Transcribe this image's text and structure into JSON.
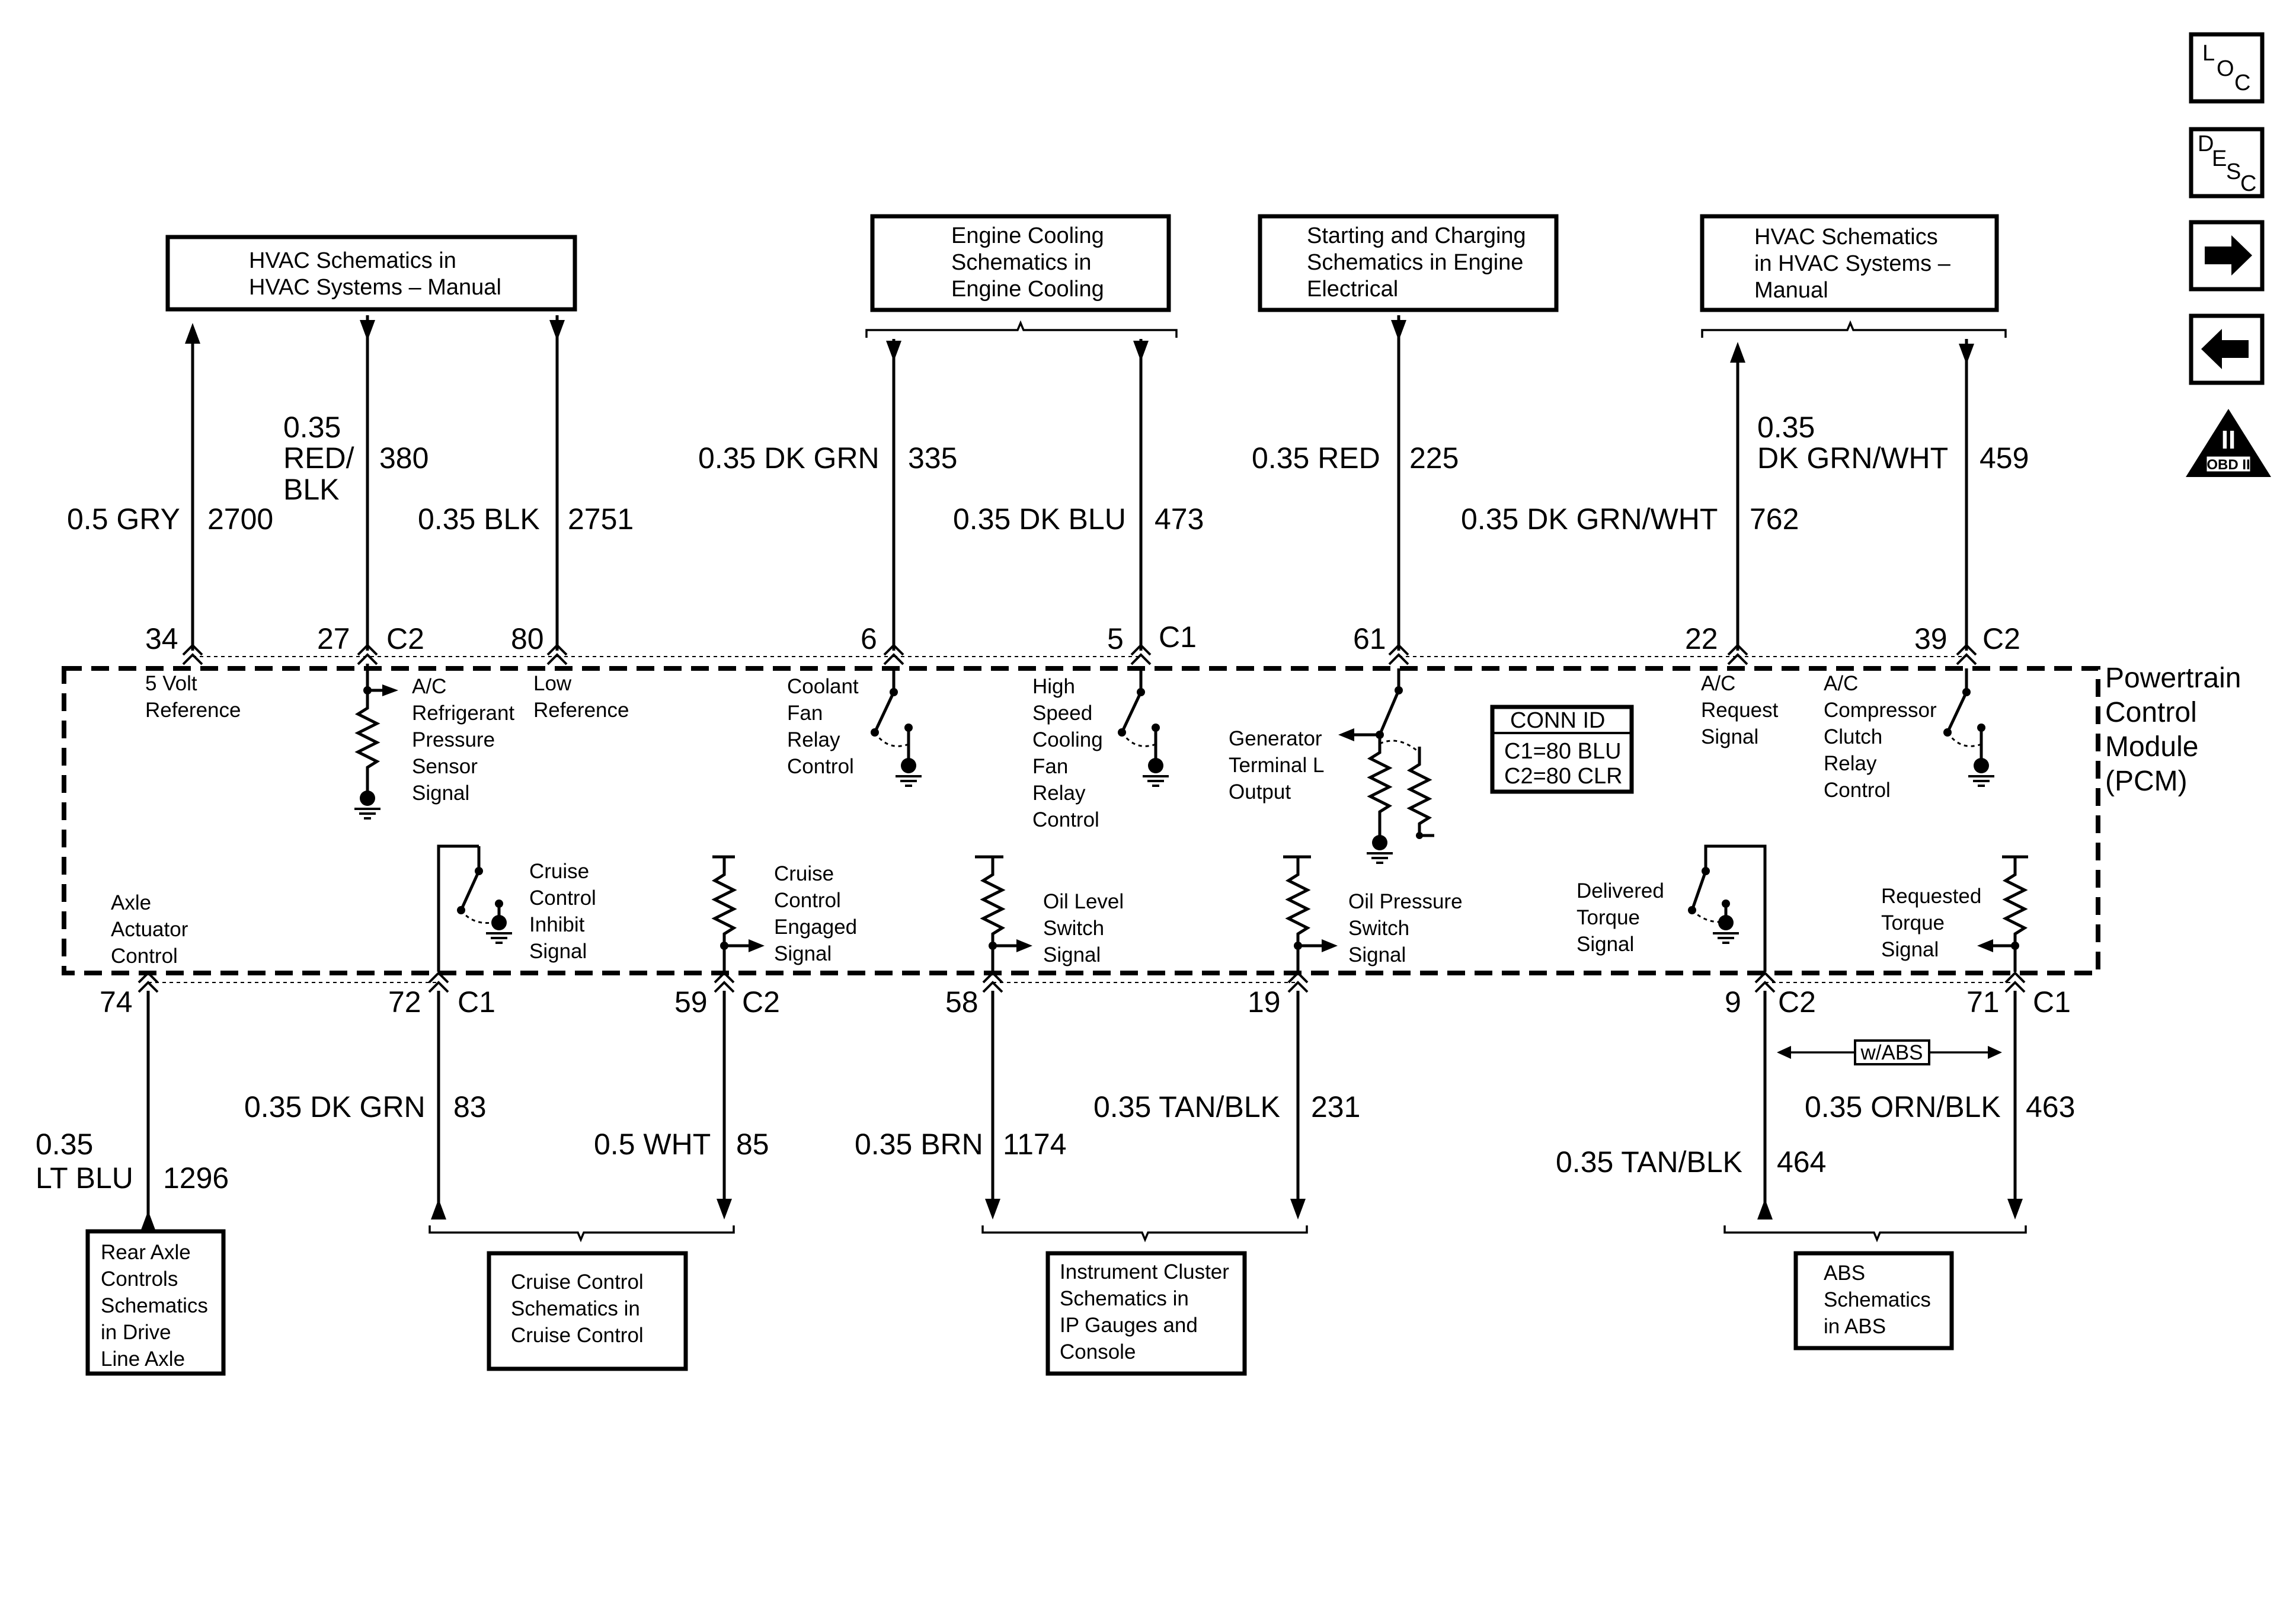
{
  "nav": {
    "loc": {
      "l1": "L",
      "l2": "O",
      "l3": "C"
    },
    "desc": {
      "l1": "D",
      "l2": "E",
      "l3": "S",
      "l4": "C"
    },
    "obd": {
      "roman": "II",
      "label": "OBD II"
    }
  },
  "boxes": {
    "hvac_left": [
      "HVAC Schematics in",
      "HVAC Systems – Manual"
    ],
    "engine_cooling": [
      "Engine Cooling",
      "Schematics in",
      "Engine Cooling"
    ],
    "starting": [
      "Starting and Charging",
      "Schematics in Engine",
      "Electrical"
    ],
    "hvac_right": [
      "HVAC Schematics",
      "in HVAC Systems –",
      "Manual"
    ],
    "rear_axle": [
      "Rear Axle",
      "Controls",
      "Schematics",
      "in Drive",
      "Line Axle"
    ],
    "cruise": [
      "Cruise Control",
      "Schematics in",
      "Cruise Control"
    ],
    "cluster": [
      "Instrument Cluster",
      "Schematics in",
      "IP Gauges and",
      "Console"
    ],
    "abs": [
      "ABS",
      "Schematics",
      "in ABS"
    ]
  },
  "pcm": {
    "title": [
      "Powertrain",
      "Control",
      "Module",
      "(PCM)"
    ],
    "conn_id": {
      "title": "CONN ID",
      "c1": "C1=80 BLU",
      "c2": "C2=80 CLR"
    }
  },
  "wires_top": {
    "w2700": {
      "size": "0.5 GRY",
      "circuit": "2700",
      "pin": "34",
      "function": [
        "5 Volt",
        "Reference"
      ]
    },
    "w380": {
      "size": [
        "0.35",
        "RED/",
        "BLK"
      ],
      "circuit": "380",
      "pin": "27",
      "conn": "C2",
      "function": [
        "A/C",
        "Refrigerant",
        "Pressure",
        "Sensor",
        "Signal"
      ]
    },
    "w2751": {
      "size": "0.35 BLK",
      "circuit": "2751",
      "pin": "80",
      "function": [
        "Low",
        "Reference"
      ]
    },
    "w335": {
      "size": "0.35 DK GRN",
      "circuit": "335",
      "pin": "6",
      "function": [
        "Coolant",
        "Fan",
        "Relay",
        "Control"
      ]
    },
    "w473": {
      "size": "0.35 DK BLU",
      "circuit": "473",
      "pin": "5",
      "conn": "C1",
      "function": [
        "High",
        "Speed",
        "Cooling",
        "Fan",
        "Relay",
        "Control"
      ]
    },
    "w225": {
      "size": "0.35 RED",
      "circuit": "225",
      "pin": "61",
      "function": [
        "Generator",
        "Terminal L",
        "Output"
      ]
    },
    "w762": {
      "size": "0.35 DK GRN/WHT",
      "circuit": "762",
      "pin": "22",
      "function": [
        "A/C",
        "Request",
        "Signal"
      ]
    },
    "w459": {
      "size": [
        "0.35",
        "DK GRN/WHT"
      ],
      "circuit": "459",
      "pin": "39",
      "conn": "C2",
      "function": [
        "A/C",
        "Compressor",
        "Clutch",
        "Relay",
        "Control"
      ]
    }
  },
  "wires_bottom": {
    "w1296": {
      "size": [
        "0.35",
        "LT BLU"
      ],
      "circuit": "1296",
      "pin": "74",
      "function": [
        "Axle",
        "Actuator",
        "Control"
      ]
    },
    "w83": {
      "size": "0.35 DK GRN",
      "circuit": "83",
      "pin": "72",
      "conn": "C1",
      "function": [
        "Cruise",
        "Control",
        "Inhibit",
        "Signal"
      ]
    },
    "w85": {
      "size": "0.5 WHT",
      "circuit": "85",
      "pin": "59",
      "conn": "C2",
      "function": [
        "Cruise",
        "Control",
        "Engaged",
        "Signal"
      ]
    },
    "w1174": {
      "size": "0.35 BRN",
      "circuit": "1174",
      "pin": "58",
      "function": [
        "Oil Level",
        "Switch",
        "Signal"
      ]
    },
    "w231": {
      "size": "0.35 TAN/BLK",
      "circuit": "231",
      "pin": "19",
      "function": [
        "Oil Pressure",
        "Switch",
        "Signal"
      ]
    },
    "w464": {
      "size": "0.35 TAN/BLK",
      "circuit": "464",
      "pin": "9",
      "conn": "C2",
      "function": [
        "Delivered",
        "Torque",
        "Signal"
      ]
    },
    "w463": {
      "size": "0.35 ORN/BLK",
      "circuit": "463",
      "pin": "71",
      "conn": "C1",
      "function": [
        "Requested",
        "Torque",
        "Signal"
      ]
    }
  },
  "option_label": "w/ABS"
}
